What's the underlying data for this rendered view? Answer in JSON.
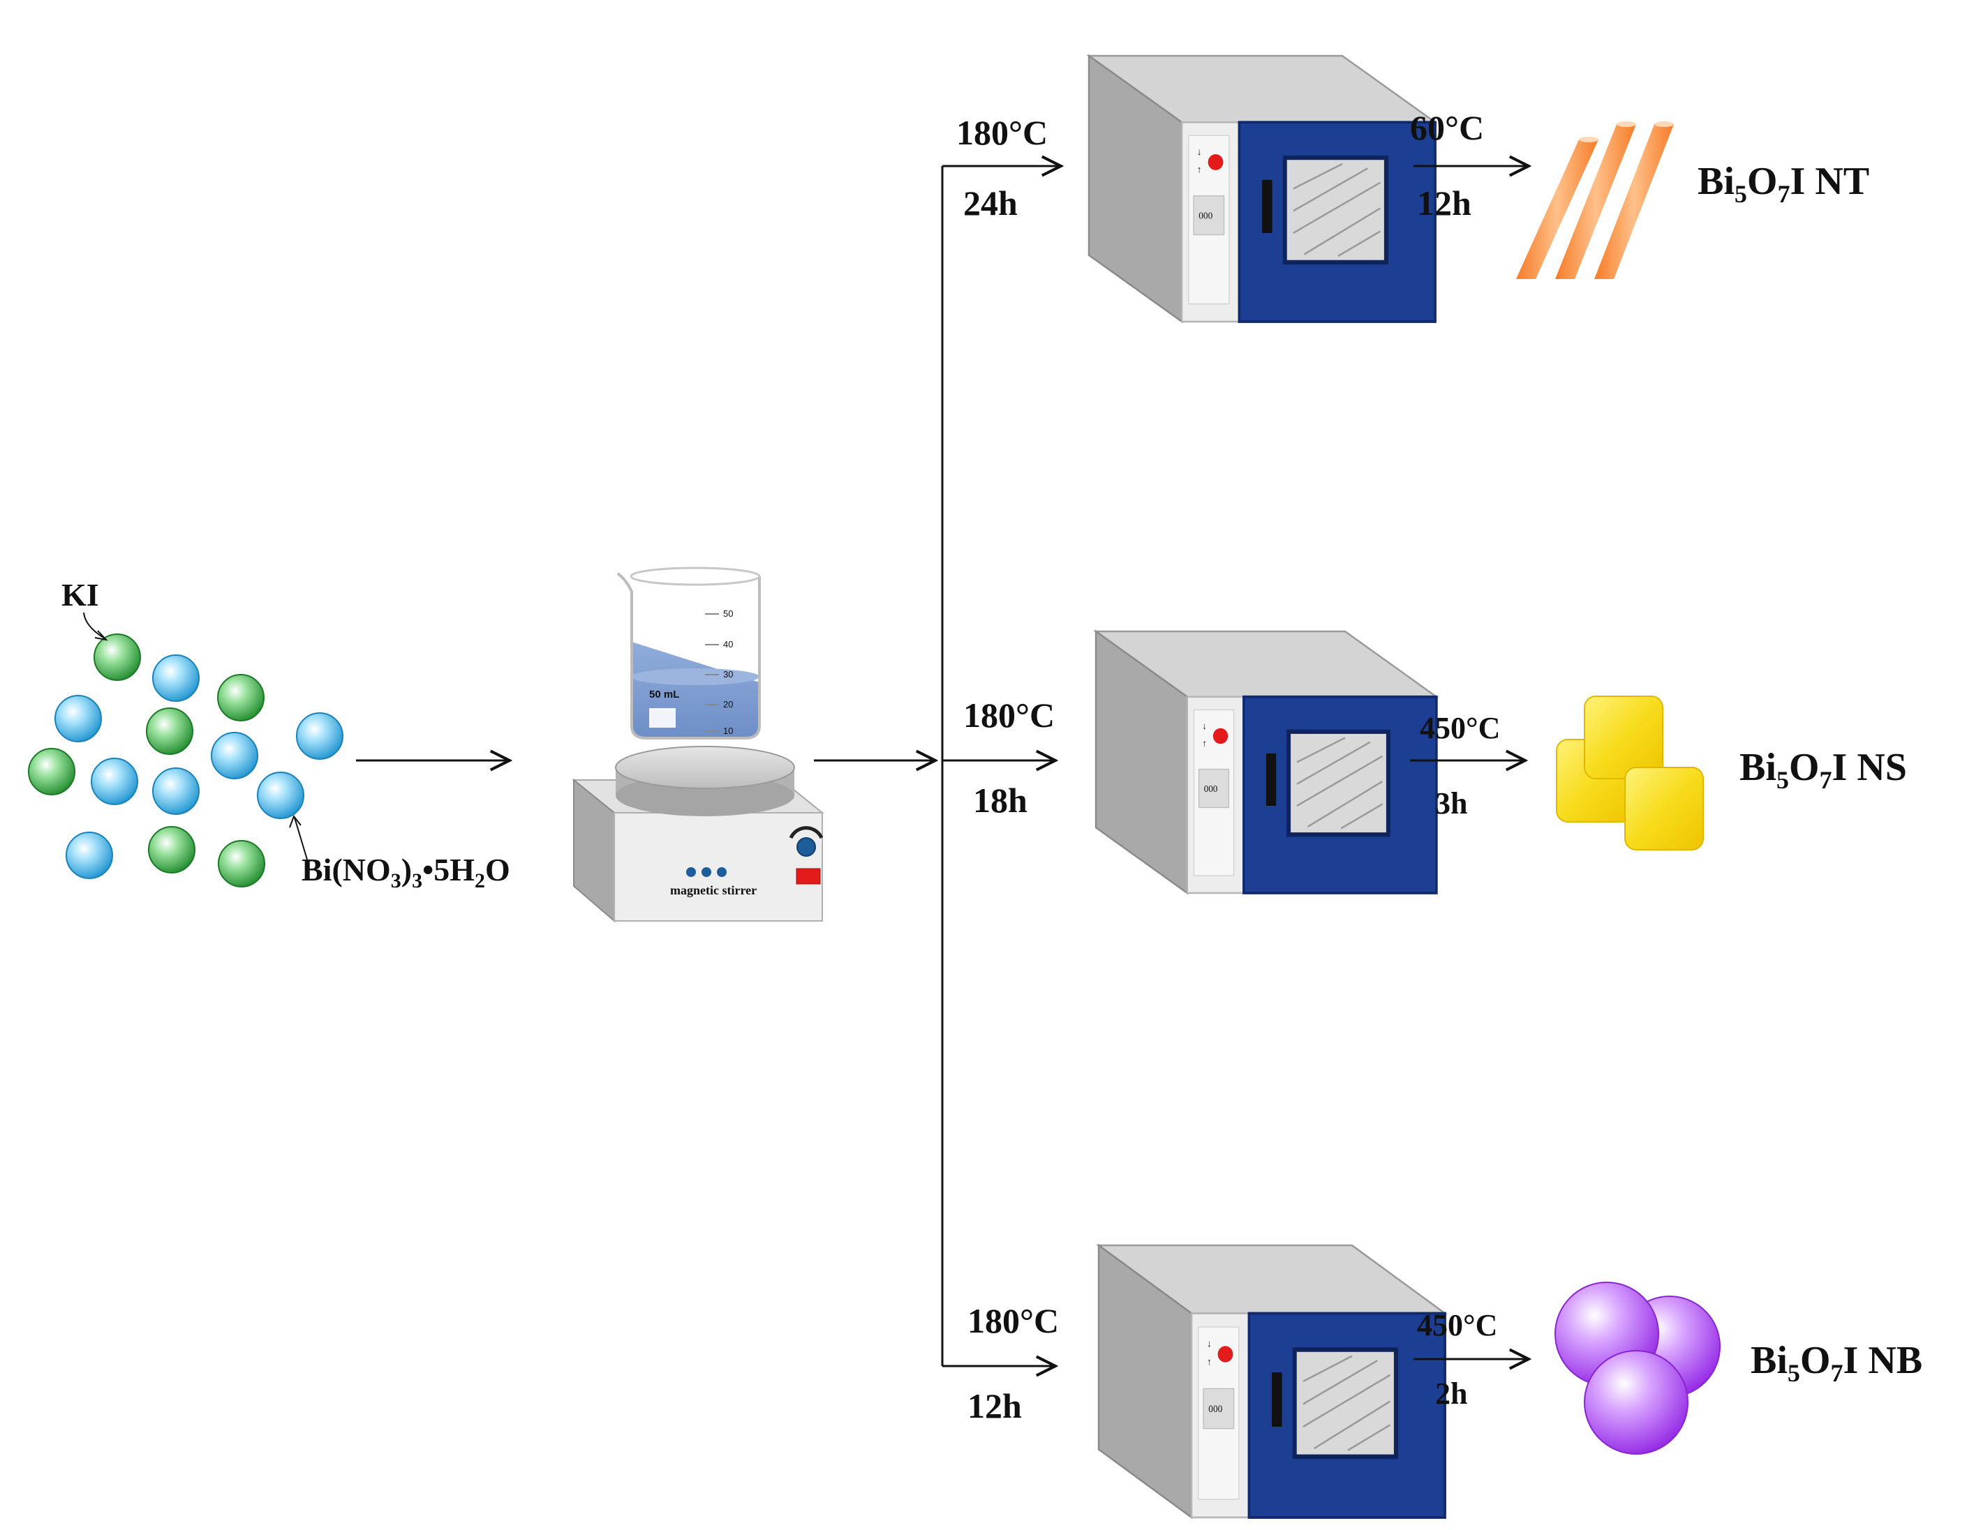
{
  "reactants": {
    "ki_label": "KI",
    "bi_label": {
      "main": "Bi(NO",
      "sub1": "3",
      "mid": ")",
      "sub2": "3",
      "tail": "•5H",
      "sub3": "2",
      "end": "O"
    }
  },
  "beaker": {
    "volume_label": "50 mL",
    "scale_marks": [
      "50",
      "40",
      "30",
      "20",
      "10"
    ]
  },
  "stirrer": {
    "label": "magnetic stirrer"
  },
  "oven": {
    "display_text": "000"
  },
  "branches": [
    {
      "oven_temp": "180°C",
      "oven_time": "24h",
      "post_temp": "60°C",
      "post_time": "12h",
      "product": {
        "element": "Bi",
        "sub1": "5",
        "o": "O",
        "sub2": "7",
        "rest": "I NT"
      }
    },
    {
      "oven_temp": "180°C",
      "oven_time": "18h",
      "post_temp": "450°C",
      "post_time": "3h",
      "product": {
        "element": "Bi",
        "sub1": "5",
        "o": "O",
        "sub2": "7",
        "rest": "I NS"
      }
    },
    {
      "oven_temp": "180°C",
      "oven_time": "12h",
      "post_temp": "450°C",
      "post_time": "2h",
      "product": {
        "element": "Bi",
        "sub1": "5",
        "o": "O",
        "sub2": "7",
        "rest": "I NB"
      }
    }
  ],
  "colors": {
    "ki_sphere": "#2e9b3a",
    "bi_sphere": "#2aa7df",
    "oven_door": "#1c3f94",
    "nanotube": "#f58a3a",
    "nanosheet": "#f5d200",
    "nanoball": "#a63df0"
  }
}
